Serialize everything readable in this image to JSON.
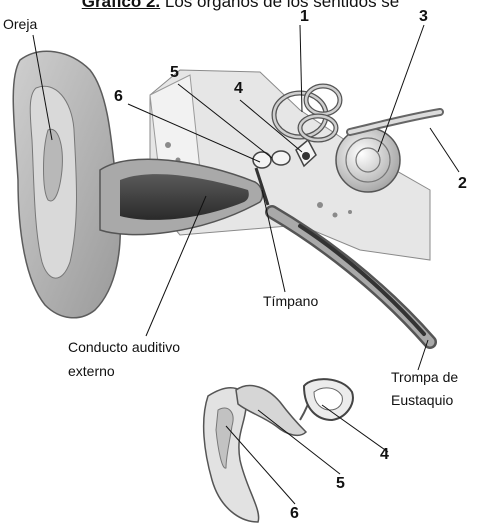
{
  "figure": {
    "title_bold": "Gráfico 2.",
    "title_rest": " Los órganos de los sentidos se"
  },
  "labels": {
    "oreja": "Oreja",
    "conducto_line1": "Conducto auditivo",
    "conducto_line2": "externo",
    "timpano": "Tímpano",
    "trompa_line1": "Trompa de",
    "trompa_line2": "Eustaquio",
    "n1": "1",
    "n2": "2",
    "n3": "3",
    "n4": "4",
    "n5": "5",
    "n6": "6",
    "detail_n4": "4",
    "detail_n5": "5",
    "detail_n6": "6"
  }
}
